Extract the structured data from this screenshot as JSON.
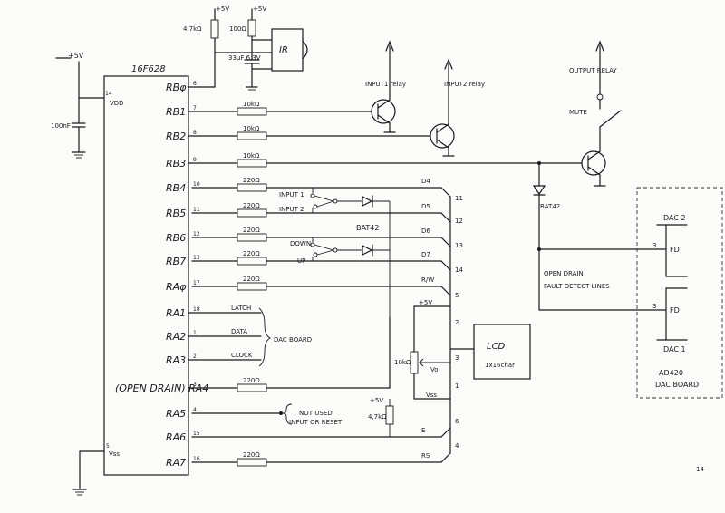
{
  "ic": {
    "name": "16F628",
    "left_pins": [
      {
        "label": "VDD",
        "num": "14"
      },
      {
        "label": "Vss",
        "num": "5"
      }
    ],
    "right_pins": [
      {
        "label": "RBφ",
        "num": "6"
      },
      {
        "label": "RB1",
        "num": "7"
      },
      {
        "label": "RB2",
        "num": "8"
      },
      {
        "label": "RB3",
        "num": "9"
      },
      {
        "label": "RB4",
        "num": "10"
      },
      {
        "label": "RB5",
        "num": "11"
      },
      {
        "label": "RB6",
        "num": "12"
      },
      {
        "label": "RB7",
        "num": "13"
      },
      {
        "label": "RAφ",
        "num": "17"
      },
      {
        "label": "RA1",
        "num": "18"
      },
      {
        "label": "RA2",
        "num": "1"
      },
      {
        "label": "RA3",
        "num": "2"
      },
      {
        "label": "(OPEN DRAIN) RA4",
        "num": "3"
      },
      {
        "label": "RA5",
        "num": "4"
      },
      {
        "label": "RA6",
        "num": "15"
      },
      {
        "label": "RA7",
        "num": "16"
      }
    ]
  },
  "supply": {
    "vdd_label": "+5V",
    "cap_label": "100nF"
  },
  "ir": {
    "res1": "4,7kΩ",
    "res2": "100Ω",
    "plus1": "+5V",
    "plus2": "+5V",
    "cap": "33µF 6,3V",
    "label": "IR"
  },
  "resistors": {
    "r1": "10kΩ",
    "r2": "10kΩ",
    "r3": "10kΩ",
    "r4": "220Ω",
    "r5": "220Ω",
    "r6": "220Ω",
    "r7": "220Ω",
    "r8": "220Ω",
    "r9": "220Ω",
    "r10": "220Ω"
  },
  "relays": {
    "input1": "INPUT1 relay",
    "input2": "INPUT2 relay",
    "output": "OUTPUT RELAY",
    "mute": "MUTE"
  },
  "switches": {
    "input1": "INPUT 1",
    "input2": "INPUT 2",
    "down": "DOWN",
    "up": "UP"
  },
  "diodes": {
    "bat42_label": "BAT42",
    "bat42_right": "BAT42"
  },
  "dac_lines": {
    "latch": "LATCH",
    "data": "DATA",
    "clock": "CLOCK",
    "board": "DAC BOARD"
  },
  "bus": {
    "d4": "D4",
    "d5": "D5",
    "d6": "D6",
    "d7": "D7",
    "rw": "R/W̄",
    "e": "E",
    "rs": "RS",
    "nums": [
      "11",
      "12",
      "13",
      "14",
      "5",
      "2",
      "3",
      "1",
      "6",
      "4"
    ]
  },
  "lcd": {
    "title": "LCD",
    "subtitle": "1x16char",
    "vo": "Vo",
    "vss": "Vss",
    "plus5": "+5V",
    "pot": "10kΩ",
    "pullup": "4,7kΩ",
    "pullup_v": "+5V"
  },
  "notused": {
    "line1": "NOT USED",
    "line2": "INPUT OR RESET"
  },
  "fault": {
    "line1": "OPEN DRAIN",
    "line2": "FAULT DETECT LINES"
  },
  "dacboard": {
    "dac2": "DAC 2",
    "dac1": "DAC 1",
    "fd": "FD",
    "pin": "3",
    "name1": "AD420",
    "name2": "DAC BOARD"
  },
  "pagenum": "14"
}
